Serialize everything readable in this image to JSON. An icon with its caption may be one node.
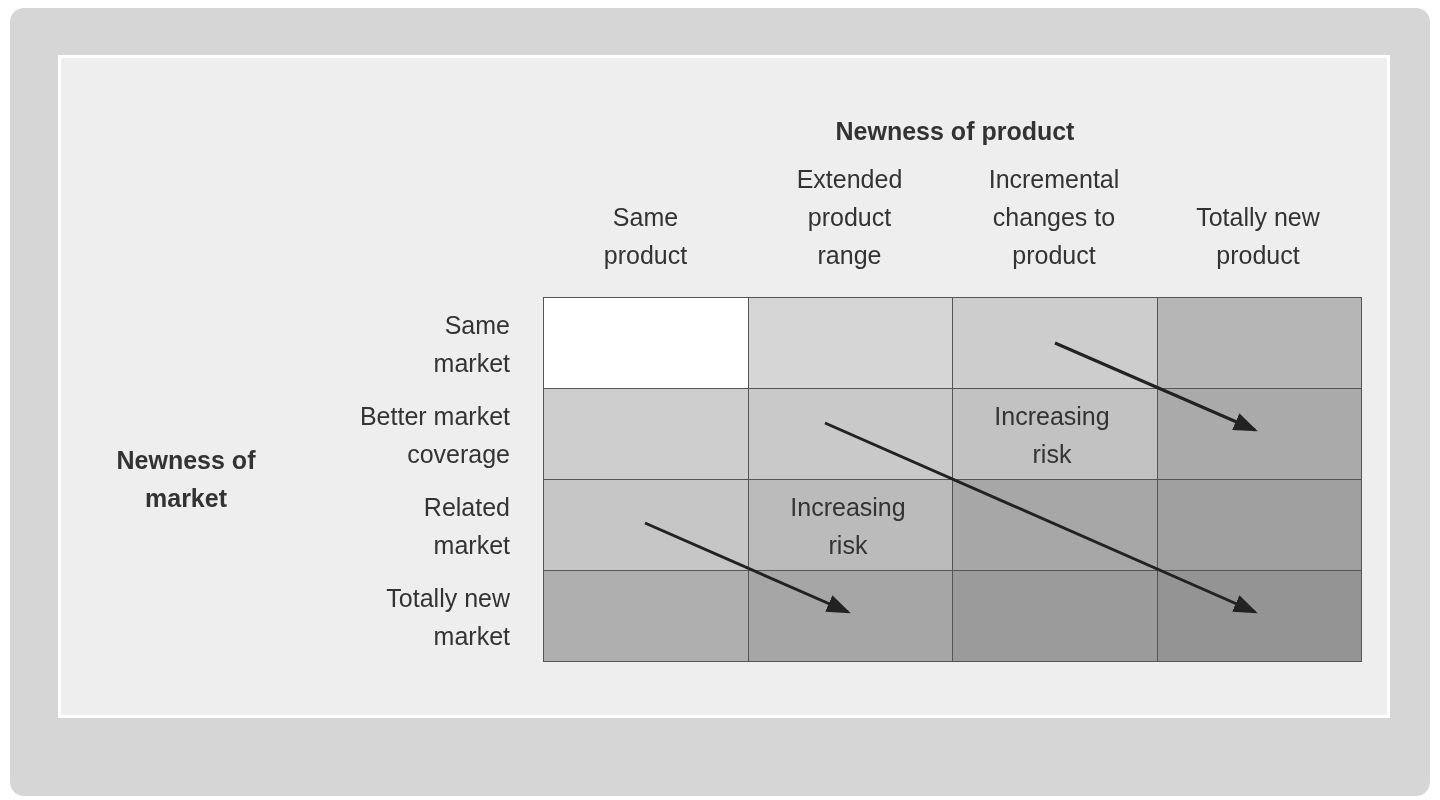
{
  "diagram": {
    "labels": [
      "Newness of product",
      "Same product",
      "Extended product range",
      "Incremental changes to product",
      "Totally new product",
      "Same market",
      "Better market coverage",
      "Newness of market",
      "Increasing risk",
      "Related market",
      "Increasing risk",
      "Totally new market"
    ]
  }
}
